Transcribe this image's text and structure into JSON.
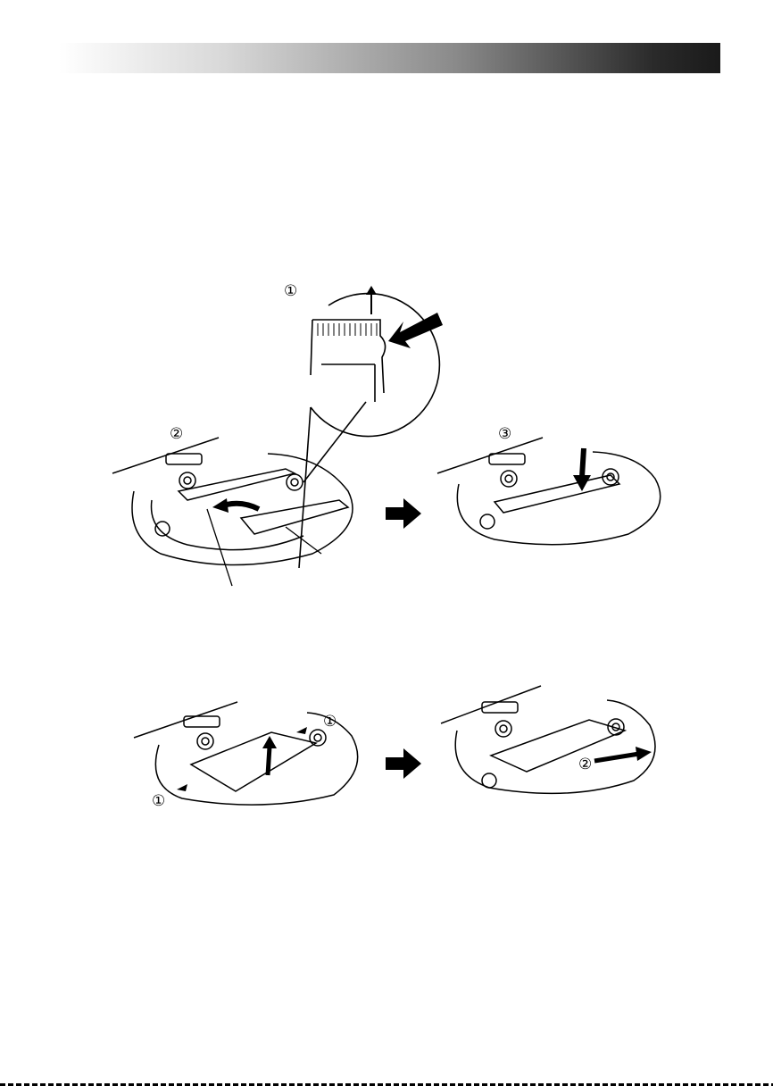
{
  "labels": {
    "install_step1": "①",
    "install_step2": "②",
    "install_step3": "③",
    "remove_step1_right": "①",
    "remove_step1_left": "①",
    "remove_step2": "②"
  }
}
